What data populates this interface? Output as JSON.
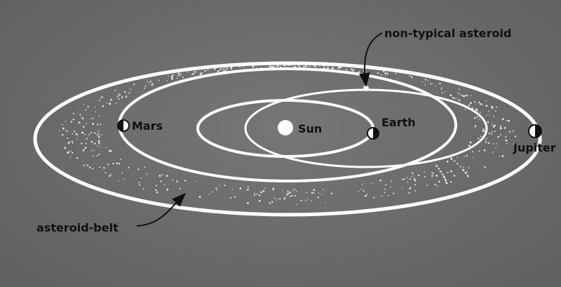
{
  "labels": {
    "sun": "Sun",
    "earth": "Earth",
    "mars": "Mars",
    "jupiter": "Jupiter",
    "asteroid_belt": "asteroid-belt",
    "non_typical_asteroid": "non-typical asteroid"
  },
  "colors": {
    "background": "#6b6b6b",
    "orbit": "#ffffff",
    "text": "#111111"
  }
}
